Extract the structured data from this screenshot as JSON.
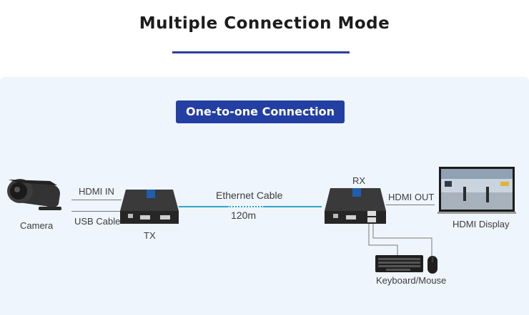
{
  "header": {
    "title": "Multiple Connection Mode"
  },
  "mode": {
    "label": "One-to-one Connection"
  },
  "devices": {
    "camera_label": "Camera",
    "tx_label": "TX",
    "rx_label": "RX",
    "display_label": "HDMI  Display",
    "peripherals_label": "Keyboard/Mouse"
  },
  "cables": {
    "hdmi_in": "HDMI  IN",
    "usb": "USB Cable",
    "ethernet": "Ethernet Cable",
    "distance": "120m",
    "hdmi_out": "HDMI  OUT"
  },
  "colors": {
    "accent": "#233fa3",
    "ethernet_line": "#2fa6c8",
    "panel_bg": "#eef5fc",
    "device_body": "#2b2b2b"
  }
}
